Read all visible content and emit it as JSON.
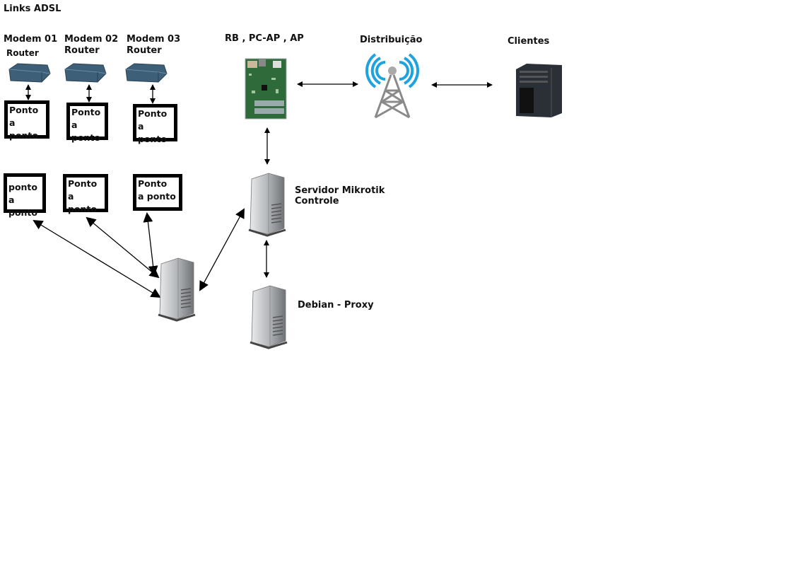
{
  "title": "Links ADSL",
  "modems": [
    {
      "name": "Modem 01",
      "type": "Router"
    },
    {
      "name": "Modem 02",
      "type": "Router"
    },
    {
      "name": "Modem 03",
      "type": "Router"
    }
  ],
  "links_top": [
    {
      "line1": "Ponto",
      "line2": "a ponto"
    },
    {
      "line1": "Ponto",
      "line2": "a ponto"
    },
    {
      "line1": "Ponto",
      "line2": "a ponto"
    }
  ],
  "links_bottom": [
    {
      "line1": "ponto",
      "line2": "a ponto"
    },
    {
      "line1": "Ponto",
      "line2": "a ponto"
    },
    {
      "line1": "Ponto",
      "line2": "a ponto"
    }
  ],
  "rb_label": "RB , PC-AP , AP",
  "distribution_label": "Distribuição",
  "clients_label": "Clientes",
  "mikrotik": {
    "line1": "Servidor Mikrotik",
    "line2": "Controle"
  },
  "proxy_label": "Debian - Proxy",
  "icons": [
    "adsl-modem-icon",
    "routerboard-icon",
    "wireless-tower-icon",
    "server-tower-icon"
  ],
  "colors": {
    "modem": "#3d5f78",
    "board": "#2f6b3a",
    "wifi": "#1fa3e0",
    "tower": "#8a8a8a",
    "server": "#b9bcbf",
    "client_server": "#2b2f36"
  }
}
